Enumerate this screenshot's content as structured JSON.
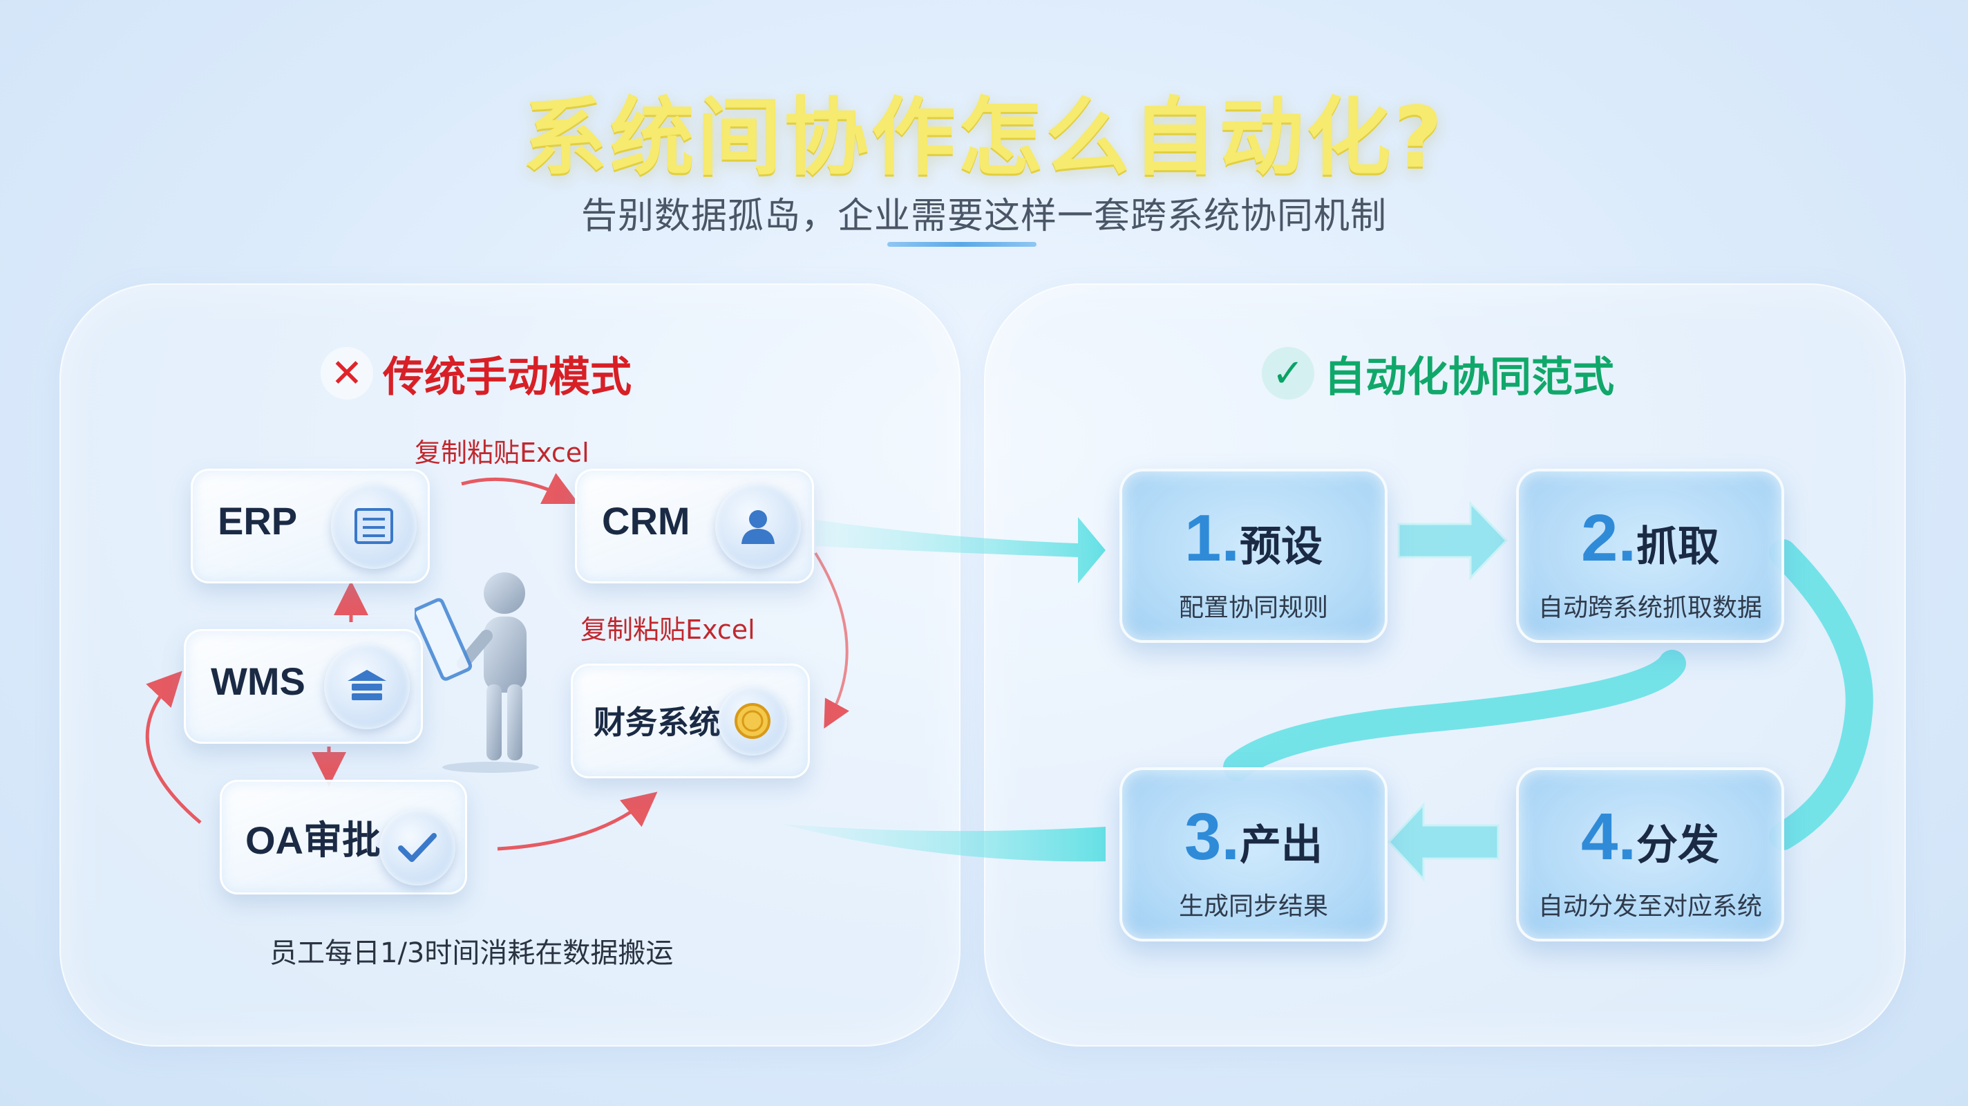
{
  "title": "系统间协作怎么自动化?",
  "subtitle": "告别数据孤岛，企业需要这样一套跨系统协同机制",
  "left_section": {
    "heading": "传统手动模式",
    "mark_icon": "x-mark-icon",
    "systems": [
      {
        "name": "ERP",
        "icon": "document-list-icon"
      },
      {
        "name": "CRM",
        "icon": "user-icon"
      },
      {
        "name": "WMS",
        "icon": "warehouse-icon"
      },
      {
        "name": "财务系统",
        "icon": "coin-icon"
      },
      {
        "name": "OA审批",
        "icon": "checkmark-icon"
      }
    ],
    "paste_label_1": "复制粘贴Excel",
    "paste_label_2": "复制粘贴Excel",
    "bottom_note": "员工每日1/3时间消耗在数据搬运"
  },
  "right_section": {
    "heading": "自动化协同范式",
    "mark_icon": "checkmark-icon",
    "steps": [
      {
        "num": "1.",
        "name": "预设",
        "desc": "配置协同规则"
      },
      {
        "num": "2.",
        "name": "抓取",
        "desc": "自动跨系统抓取数据"
      },
      {
        "num": "3.",
        "name": "产出",
        "desc": "生成同步结果"
      },
      {
        "num": "4.",
        "name": "分发",
        "desc": "自动分发至对应系统"
      }
    ]
  },
  "colors": {
    "title": "#f6ea6f",
    "left_accent": "#d81f26",
    "right_accent": "#10a86a",
    "step_number": "#2f8bd8",
    "flow_cyan": "#4fdde0"
  }
}
